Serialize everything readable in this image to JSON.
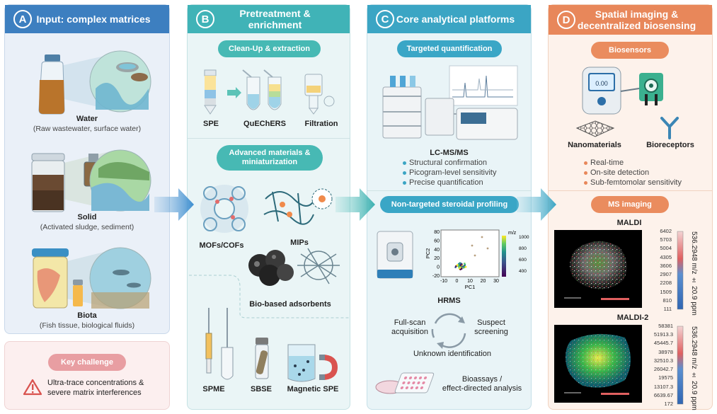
{
  "panel_a": {
    "letter": "A",
    "title": "Input: complex matrices",
    "items": [
      {
        "name": "Water",
        "desc": "(Raw wastewater, surface water)"
      },
      {
        "name": "Solid",
        "desc": "(Activated sludge, sediment)"
      },
      {
        "name": "Biota",
        "desc": "(Fish tissue, biological fluids)"
      }
    ]
  },
  "key_challenge": {
    "label": "Key challenge",
    "text_line1": "Ultra-trace concentrations &",
    "text_line2": "severe matrix interferences"
  },
  "panel_b": {
    "letter": "B",
    "title": "Pretreatment & enrichment",
    "cleanup_label": "Clean-Up & extraction",
    "cleanup_items": [
      "SPE",
      "QuEChERS",
      "Filtration"
    ],
    "advanced_label_line1": "Advanced materials &",
    "advanced_label_line2": "miniaturization",
    "materials": [
      "MOFs/COFs",
      "MIPs",
      "Bio-based adsorbents"
    ],
    "micro_items": [
      "SPME",
      "SBSE",
      "Magnetic SPE"
    ]
  },
  "panel_c": {
    "letter": "C",
    "title": "Core analytical platforms",
    "targeted_label": "Targeted quantification",
    "instrument_label": "LC-MS/MS",
    "targeted_bullets": [
      "Structural confirmation",
      "Picogram-level sensitivity",
      "Precise quantification"
    ],
    "nontargeted_label": "Non-targeted steroidal profiling",
    "pca": {
      "x_label": "PC1",
      "y_label": "PC2",
      "x_ticks": [
        "-10",
        "0",
        "10",
        "20",
        "30"
      ],
      "y_ticks": [
        "80",
        "60",
        "40",
        "20",
        "0",
        "-20"
      ],
      "colorbar_label": "m/z",
      "colorbar_ticks": [
        "1000",
        "800",
        "600",
        "400"
      ]
    },
    "hrms_label": "HRMS",
    "cycle": {
      "full_scan_line1": "Full-scan",
      "full_scan_line2": "acquisition",
      "suspect_line1": "Suspect",
      "suspect_line2": "screening",
      "unknown": "Unknown identification"
    },
    "bioassay_line1": "Bioassays /",
    "bioassay_line2": "effect-directed analysis"
  },
  "panel_d": {
    "letter": "D",
    "title_line1": "Spatial imaging &",
    "title_line2": "decentralized biosensing",
    "biosensors_label": "Biosensors",
    "device_readout": "0.00",
    "nano_label": "Nanomaterials",
    "bioreceptor_label": "Bioreceptors",
    "bio_bullets": [
      "Real-time",
      "On-site detection",
      "Sub-femtomolar sensitivity"
    ],
    "ms_imaging_label": "MS imaging",
    "maldi": {
      "title": "MALDI",
      "scale": [
        "6402",
        "5703",
        "5004",
        "4305",
        "3606",
        "2907",
        "2208",
        "1509",
        "810",
        "111"
      ],
      "side_label": "536.2948 m/z ± 20.9 ppm"
    },
    "maldi2": {
      "title": "MALDI-2",
      "scale": [
        "58381",
        "51913.3",
        "45445.7",
        "38978",
        "32510.3",
        "26042.7",
        "19575",
        "13107.3",
        "6639.67",
        "172"
      ],
      "side_label": "536.2948 m/z ± 20.9 ppm"
    }
  },
  "colors": {
    "panel_a": "#3d7fc0",
    "panel_b": "#40b3b7",
    "panel_c": "#3ba5c4",
    "panel_d": "#e8875a",
    "key_challenge": "#e89ea2"
  }
}
